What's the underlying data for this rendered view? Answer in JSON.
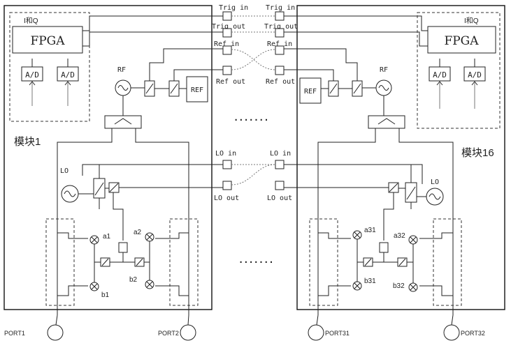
{
  "labels": {
    "iq": "I和Q",
    "fpga": "FPGA",
    "ad": "A/D",
    "rf": "RF",
    "ref": "REF",
    "lo": "LO",
    "trig_in": "Trig in",
    "trig_out": "Trig out",
    "ref_in": "Ref in",
    "ref_out": "Ref out",
    "lo_in": "LO in",
    "lo_out": "LO out",
    "ellipsis": "·······"
  },
  "module_left": {
    "name": "模块1",
    "rx_a": "a1",
    "rx_b": "b1",
    "rx_a2": "a2",
    "rx_b2": "b2",
    "port_a": "PORT1",
    "port_b": "PORT2"
  },
  "module_right": {
    "name": "模块16",
    "rx_a": "a31",
    "rx_b": "b31",
    "rx_a2": "a32",
    "rx_b2": "b32",
    "port_a": "PORT31",
    "port_b": "PORT32"
  }
}
